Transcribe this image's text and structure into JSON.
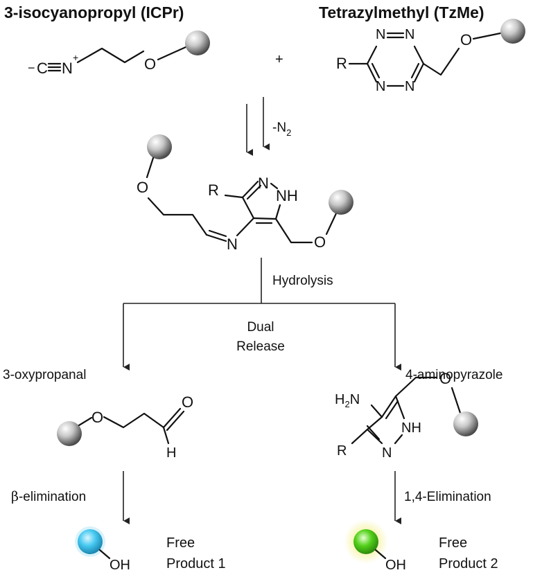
{
  "titles": {
    "left": "3-isocyanopropyl  (ICPr)",
    "right": "Tetrazylmethyl  (TzMe)"
  },
  "reagent_left": {
    "neg": "−",
    "c": "C",
    "n": "N",
    "plus": "+",
    "o": "O"
  },
  "plus_sign": "+",
  "tetrazine": {
    "r": "R",
    "n1": "N",
    "n2": "N",
    "n3": "N",
    "n4": "N",
    "o": "O"
  },
  "step1": {
    "label": "-N",
    "sub": "2"
  },
  "intermediate": {
    "o1": "O",
    "r": "R",
    "n": "N",
    "nh": "NH",
    "imine_n": "N",
    "o2": "O"
  },
  "step2": {
    "label": "Hydrolysis",
    "center_line1": "Dual",
    "center_line2": "Release"
  },
  "branch_left": {
    "label": "3-oxypropanal",
    "o": "O",
    "carbonyl_o": "O",
    "h": "H"
  },
  "branch_right": {
    "label": "4-aminopyrazole",
    "h2n": "H",
    "h2n_sub": "2",
    "h2n_n": "N",
    "o": "O",
    "r": "R",
    "n": "N",
    "nh": "NH"
  },
  "step3_left": {
    "beta": "β",
    "label": "-elimination"
  },
  "step3_right": {
    "label": "1,4-Elimination"
  },
  "product1": {
    "oh": "OH",
    "line1": "Free",
    "line2": "Product 1",
    "color": "#45c8f0"
  },
  "product2": {
    "oh": "OH",
    "line1": "Free",
    "line2": "Product 2",
    "color": "#52d01a"
  },
  "bead_color": "#9a9a9a"
}
